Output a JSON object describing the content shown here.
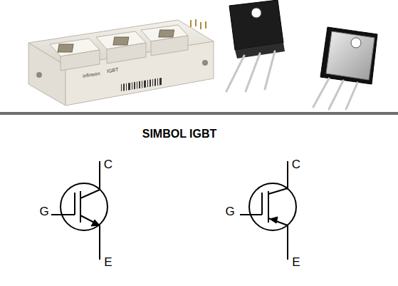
{
  "diagram": {
    "title": "SIMBOL IGBT",
    "labels": [
      "infineon",
      "IGBT",
      "C",
      "G",
      "E",
      "C",
      "G",
      "E"
    ]
  }
}
